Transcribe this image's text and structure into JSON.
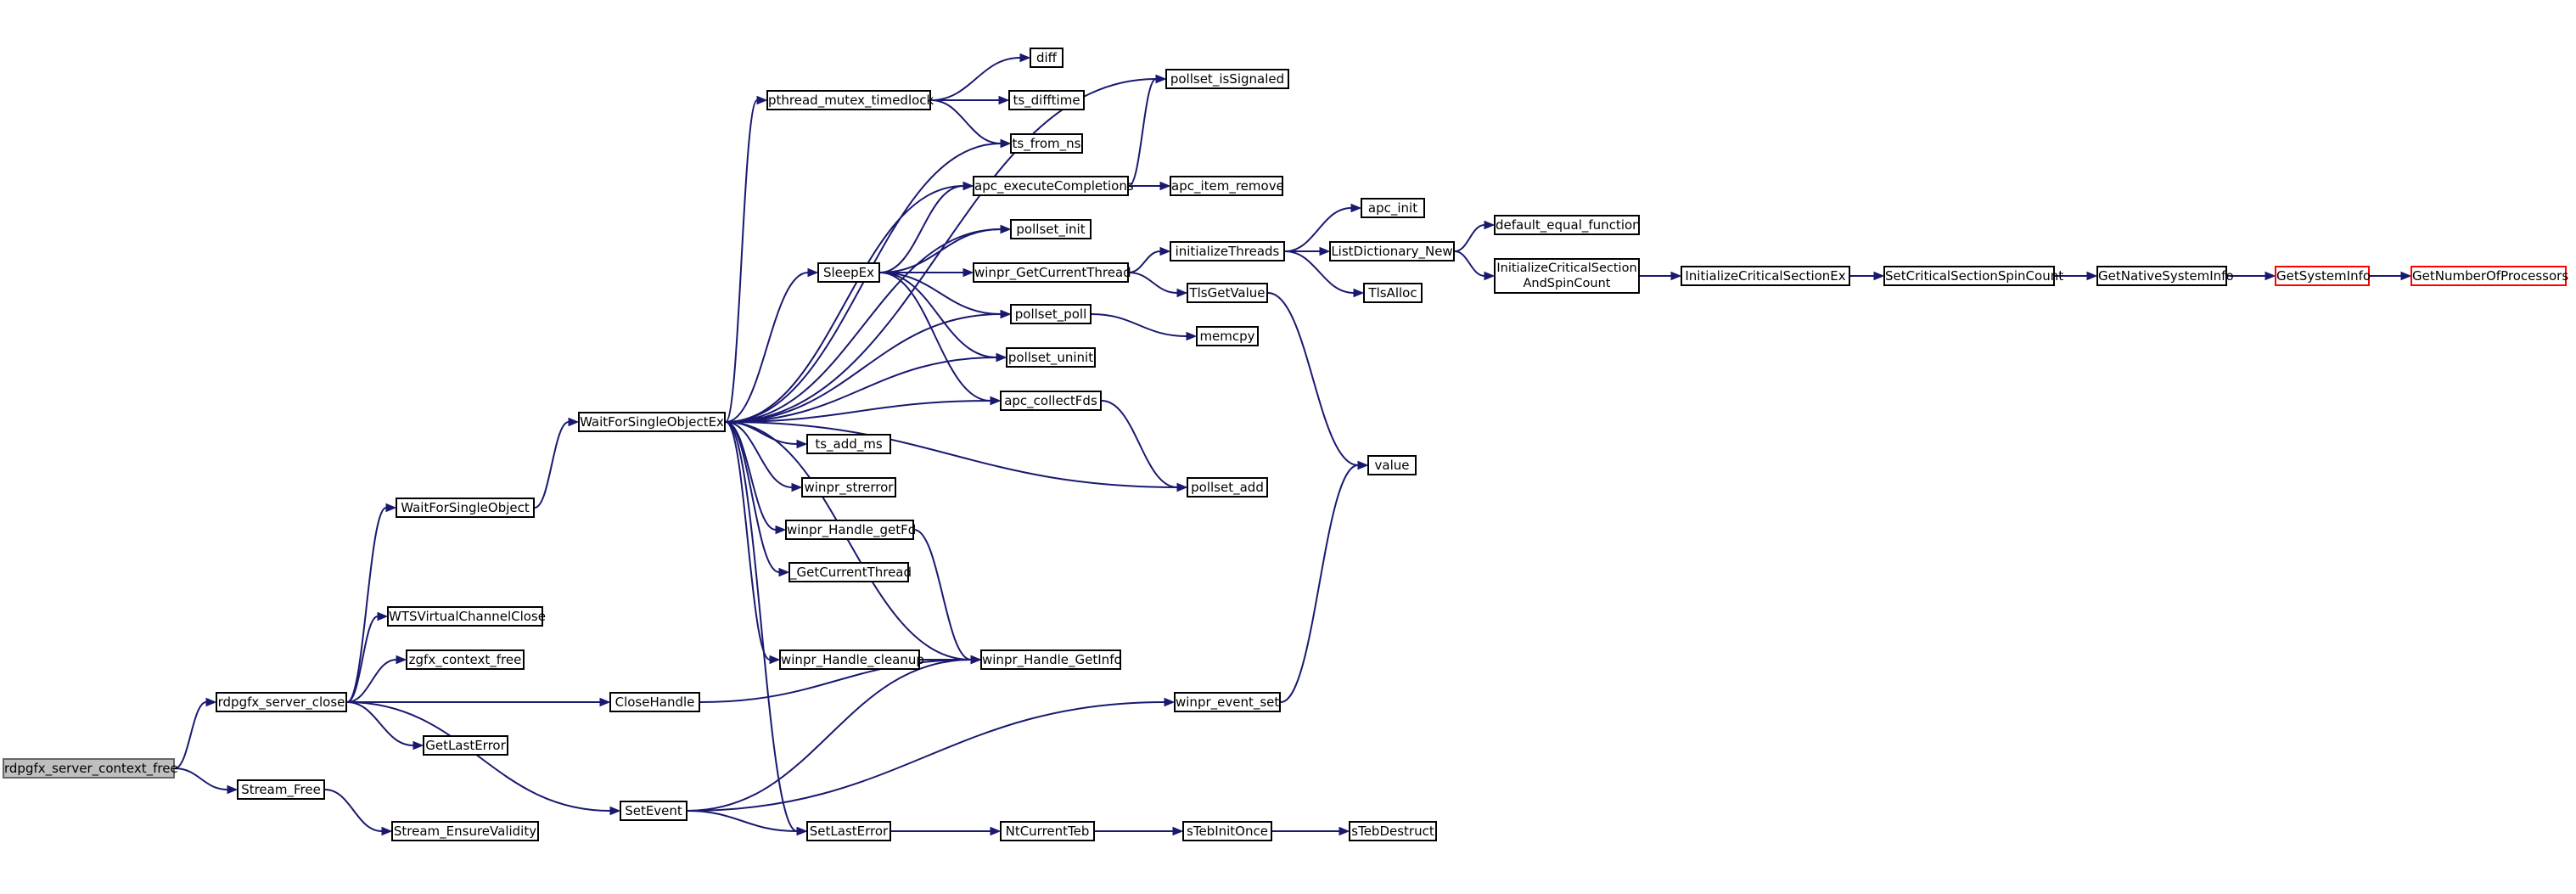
{
  "colors": {
    "edge": "#191970",
    "root_fill": "#bfbfbf",
    "red_border": "#ff0000",
    "node_border": "#000000"
  },
  "nodes": {
    "rdpgfx_server_context_free": "rdpgfx_server_context_free",
    "rdpgfx_server_close": "rdpgfx_server_close",
    "Stream_Free": "Stream_Free",
    "Stream_EnsureValidity": "Stream_EnsureValidity",
    "WaitForSingleObject": "WaitForSingleObject",
    "WTSVirtualChannelClose": "WTSVirtualChannelClose",
    "zgfx_context_free": "zgfx_context_free",
    "CloseHandle": "CloseHandle",
    "GetLastError": "GetLastError",
    "SetEvent": "SetEvent",
    "WaitForSingleObjectEx": "WaitForSingleObjectEx",
    "pthread_mutex_timedlock": "pthread_mutex_timedlock",
    "diff": "diff",
    "ts_difftime": "ts_difftime",
    "ts_from_ns": "ts_from_ns",
    "pollset_isSignaled": "pollset_isSignaled",
    "apc_executeCompletions": "apc_executeCompletions",
    "apc_item_remove": "apc_item_remove",
    "pollset_init": "pollset_init",
    "SleepEx": "SleepEx",
    "winpr_GetCurrentThread": "winpr_GetCurrentThread",
    "pollset_poll": "pollset_poll",
    "pollset_uninit": "pollset_uninit",
    "apc_collectFds": "apc_collectFds",
    "ts_add_ms": "ts_add_ms",
    "winpr_strerror": "winpr_strerror",
    "winpr_Handle_getFd": "winpr_Handle_getFd",
    "_GetCurrentThread": "_GetCurrentThread",
    "winpr_Handle_cleanup": "winpr_Handle_cleanup",
    "winpr_Handle_GetInfo": "winpr_Handle_GetInfo",
    "SetLastError": "SetLastError",
    "NtCurrentTeb": "NtCurrentTeb",
    "sTebInitOnce": "sTebInitOnce",
    "sTebDestruct": "sTebDestruct",
    "winpr_event_set": "winpr_event_set",
    "initializeThreads": "initializeThreads",
    "TlsGetValue": "TlsGetValue",
    "memcpy": "memcpy",
    "pollset_add": "pollset_add",
    "apc_init": "apc_init",
    "ListDictionary_New": "ListDictionary_New",
    "TlsAlloc": "TlsAlloc",
    "value": "value",
    "default_equal_function": "default_equal_function",
    "InitializeCriticalSectionAndSpinCount": [
      "InitializeCriticalSection",
      "AndSpinCount"
    ],
    "InitializeCriticalSectionEx": "InitializeCriticalSectionEx",
    "SetCriticalSectionSpinCount": "SetCriticalSectionSpinCount",
    "GetNativeSystemInfo": "GetNativeSystemInfo",
    "GetSystemInfo": "GetSystemInfo",
    "GetNumberOfProcessors": "GetNumberOfProcessors"
  },
  "edges": [
    [
      "rdpgfx_server_context_free",
      "rdpgfx_server_close"
    ],
    [
      "rdpgfx_server_context_free",
      "Stream_Free"
    ],
    [
      "Stream_Free",
      "Stream_EnsureValidity"
    ],
    [
      "rdpgfx_server_close",
      "WaitForSingleObject"
    ],
    [
      "rdpgfx_server_close",
      "WTSVirtualChannelClose"
    ],
    [
      "rdpgfx_server_close",
      "zgfx_context_free"
    ],
    [
      "rdpgfx_server_close",
      "CloseHandle"
    ],
    [
      "rdpgfx_server_close",
      "GetLastError"
    ],
    [
      "rdpgfx_server_close",
      "SetEvent"
    ],
    [
      "WaitForSingleObject",
      "WaitForSingleObjectEx"
    ],
    [
      "WaitForSingleObjectEx",
      "pollset_isSignaled"
    ],
    [
      "WaitForSingleObjectEx",
      "pthread_mutex_timedlock"
    ],
    [
      "WaitForSingleObjectEx",
      "ts_from_ns"
    ],
    [
      "WaitForSingleObjectEx",
      "apc_executeCompletions"
    ],
    [
      "WaitForSingleObjectEx",
      "pollset_init"
    ],
    [
      "WaitForSingleObjectEx",
      "SleepEx"
    ],
    [
      "WaitForSingleObjectEx",
      "pollset_poll"
    ],
    [
      "WaitForSingleObjectEx",
      "pollset_uninit"
    ],
    [
      "WaitForSingleObjectEx",
      "apc_collectFds"
    ],
    [
      "WaitForSingleObjectEx",
      "ts_add_ms"
    ],
    [
      "WaitForSingleObjectEx",
      "winpr_strerror"
    ],
    [
      "WaitForSingleObjectEx",
      "winpr_Handle_getFd"
    ],
    [
      "WaitForSingleObjectEx",
      "_GetCurrentThread"
    ],
    [
      "WaitForSingleObjectEx",
      "winpr_Handle_cleanup"
    ],
    [
      "WaitForSingleObjectEx",
      "winpr_Handle_GetInfo"
    ],
    [
      "WaitForSingleObjectEx",
      "SetLastError"
    ],
    [
      "WaitForSingleObjectEx",
      "pollset_add"
    ],
    [
      "pthread_mutex_timedlock",
      "diff"
    ],
    [
      "pthread_mutex_timedlock",
      "ts_difftime"
    ],
    [
      "pthread_mutex_timedlock",
      "ts_from_ns"
    ],
    [
      "apc_executeCompletions",
      "pollset_isSignaled"
    ],
    [
      "apc_executeCompletions",
      "apc_item_remove"
    ],
    [
      "SleepEx",
      "apc_executeCompletions"
    ],
    [
      "SleepEx",
      "pollset_init"
    ],
    [
      "SleepEx",
      "winpr_GetCurrentThread"
    ],
    [
      "SleepEx",
      "pollset_poll"
    ],
    [
      "SleepEx",
      "pollset_uninit"
    ],
    [
      "SleepEx",
      "apc_collectFds"
    ],
    [
      "winpr_GetCurrentThread",
      "initializeThreads"
    ],
    [
      "winpr_GetCurrentThread",
      "TlsGetValue"
    ],
    [
      "initializeThreads",
      "apc_init"
    ],
    [
      "initializeThreads",
      "ListDictionary_New"
    ],
    [
      "initializeThreads",
      "TlsAlloc"
    ],
    [
      "ListDictionary_New",
      "default_equal_function"
    ],
    [
      "ListDictionary_New",
      "InitializeCriticalSectionAndSpinCount"
    ],
    [
      "InitializeCriticalSectionAndSpinCount",
      "InitializeCriticalSectionEx"
    ],
    [
      "InitializeCriticalSectionEx",
      "SetCriticalSectionSpinCount"
    ],
    [
      "SetCriticalSectionSpinCount",
      "GetNativeSystemInfo"
    ],
    [
      "GetNativeSystemInfo",
      "GetSystemInfo"
    ],
    [
      "GetSystemInfo",
      "GetNumberOfProcessors"
    ],
    [
      "TlsGetValue",
      "value"
    ],
    [
      "pollset_poll",
      "memcpy"
    ],
    [
      "apc_collectFds",
      "pollset_add"
    ],
    [
      "winpr_Handle_getFd",
      "winpr_Handle_GetInfo"
    ],
    [
      "winpr_Handle_cleanup",
      "winpr_Handle_GetInfo"
    ],
    [
      "CloseHandle",
      "winpr_Handle_GetInfo"
    ],
    [
      "SetEvent",
      "winpr_Handle_GetInfo"
    ],
    [
      "SetEvent",
      "SetLastError"
    ],
    [
      "SetEvent",
      "winpr_event_set"
    ],
    [
      "SetLastError",
      "NtCurrentTeb"
    ],
    [
      "NtCurrentTeb",
      "sTebInitOnce"
    ],
    [
      "sTebInitOnce",
      "sTebDestruct"
    ],
    [
      "winpr_event_set",
      "value"
    ]
  ]
}
